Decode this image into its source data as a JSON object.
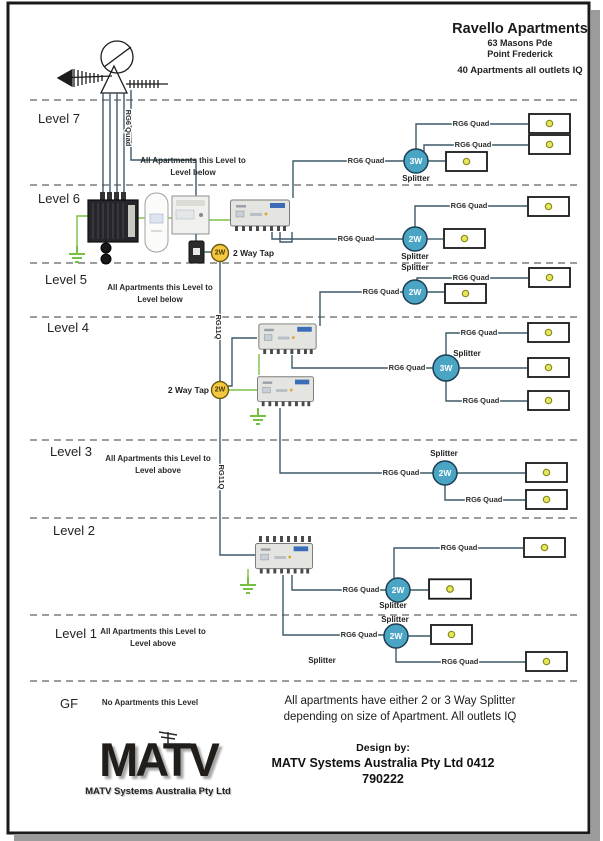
{
  "title_block": {
    "title": "Ravello Apartments",
    "address_line1": "63 Masons Pde",
    "address_line2": "Point Frederick",
    "note": "40 Apartments all outlets IQ"
  },
  "levels": {
    "l7": "Level 7",
    "l6": "Level 6",
    "l5": "Level 5",
    "l4": "Level 4",
    "l3": "Level 3",
    "l2": "Level 2",
    "l1": "Level 1",
    "gf": "GF"
  },
  "annotations": {
    "apartments_line": "All Apartments this Level to",
    "level_below": "Level below",
    "level_above": "Level above",
    "gf_note": "No Apartments this Level",
    "tap": "2 Way Tap",
    "splitter": "Splitter"
  },
  "cables": {
    "rg6": "RG6 Quad",
    "rg11": "RG11Q"
  },
  "devices": {
    "splitter_2w": "2W",
    "splitter_3w": "3W",
    "tap_2w": "2W"
  },
  "footer": {
    "note1": "All apartments have either 2 or 3 Way Splitter",
    "note2": "depending on size of Apartment. All outlets IQ",
    "design_by": "Design by:",
    "designer": "MATV Systems Australia Pty Ltd 0412 790222",
    "logo_text": "MATV",
    "logo_sub": "MATV Systems Australia Pty Ltd"
  },
  "colors": {
    "cable": "#3c5a68",
    "splitter_fill": "#4aa5c5",
    "tap_fill": "#f5c840",
    "outlet_dot": "#e6e65a",
    "earth_green": "#78c044"
  }
}
